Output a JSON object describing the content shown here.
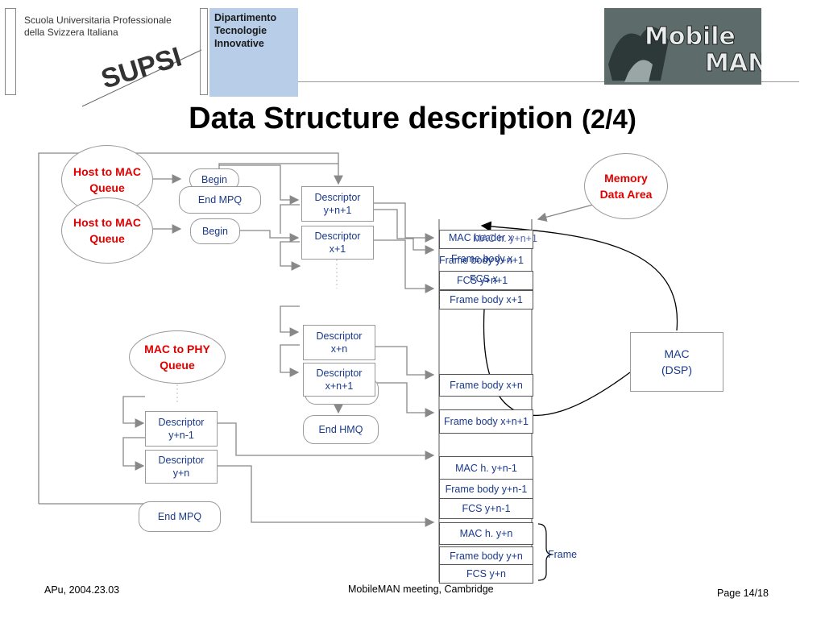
{
  "header": {
    "school_line1": "Scuola Universitaria Professionale",
    "school_line2": "della Svizzera Italiana",
    "school_logo": "SUPSI",
    "dept_line1": "Dipartimento",
    "dept_line2": "Tecnologie",
    "dept_line3": "Innovative",
    "brand_logo_line1": "Mobile",
    "brand_logo_line2": "MAN"
  },
  "title": {
    "main": "Data Structure description",
    "suffix": "(2/4)"
  },
  "queues": {
    "host_mac_1": [
      "Host to MAC",
      "Queue"
    ],
    "host_mac_2": [
      "Host to MAC",
      "Queue"
    ],
    "mac_phy": [
      "MAC to PHY",
      "Queue"
    ],
    "memory": [
      "Memory",
      "Data Area"
    ]
  },
  "pills": {
    "begin_1": "Begin",
    "end_mpq_1": "End MPQ",
    "begin_2": "Begin",
    "end_hmq": "End HMQ",
    "end_mpq_2": "End MPQ"
  },
  "descriptors": {
    "d_yn1": [
      "Descriptor",
      "y+n+1"
    ],
    "d_x1": [
      "Descriptor",
      "x+1"
    ],
    "d_xn": [
      "Descriptor",
      "x+n"
    ],
    "d_xn1": [
      "Descriptor",
      "x+n+1"
    ],
    "d_yn_1": [
      "Descriptor",
      "y+n-1"
    ],
    "d_yn": [
      "Descriptor",
      "y+n"
    ]
  },
  "memory_cells": {
    "mac_header_a": "MAC header x",
    "mac_header_b": "MAC h. y+n+1",
    "frame_body_a": "Frame body x",
    "frame_body_b": "Frame body y+n+1",
    "fcs_a": "FCS x",
    "fcs_b": "FCS y+n+1",
    "frame_body_x1": "Frame body x+1",
    "frame_body_xn": "Frame body x+n",
    "frame_body_xn1": "Frame body x+n+1",
    "mac_h_yn_1": "MAC h. y+n-1",
    "frame_body_yn_1": "Frame body y+n-1",
    "fcs_yn_1": "FCS y+n-1",
    "mac_h_yn": "MAC h. y+n",
    "frame_body_yn": "Frame body y+n",
    "fcs_yn": "FCS y+n"
  },
  "mac_dsp": [
    "MAC",
    "(DSP)"
  ],
  "frame_label": "Frame",
  "footer": {
    "author_date": "APu, 2004.23.03",
    "event": "MobileMAN meeting, Cambridge",
    "page": "Page 14/18"
  },
  "colors": {
    "red_text": "#e00000",
    "blue_text": "#1a3a8a",
    "dept_bg": "#b7cde8"
  }
}
